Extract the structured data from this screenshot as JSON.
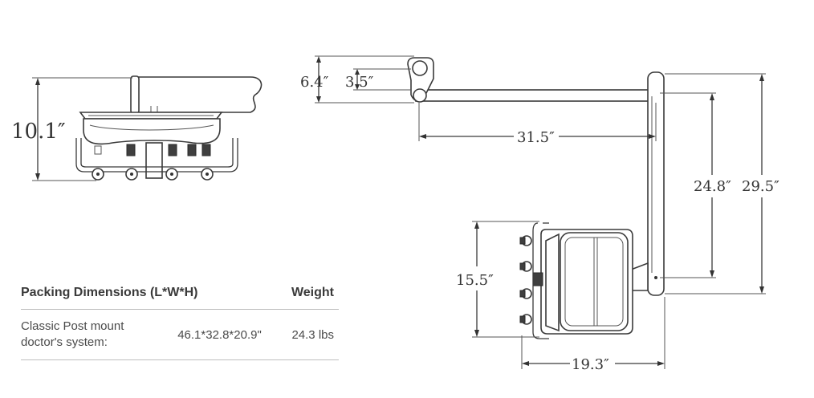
{
  "dimensions": {
    "front_height": "10.1″",
    "arm_height_outer": "6.4″",
    "arm_height_inner": "3.5″",
    "arm_length": "31.5″",
    "post_lower": "24.8″",
    "post_total": "29.5″",
    "panel_height": "15.5″",
    "panel_reach": "19.3″"
  },
  "table": {
    "header_left": "Packing Dimensions (L*W*H)",
    "header_right": "Weight",
    "rows": [
      {
        "name_line1": "Classic Post mount",
        "name_line2": "doctor's system:",
        "dims": "46.1*32.8*20.9\"",
        "weight": "24.3 lbs"
      }
    ]
  }
}
